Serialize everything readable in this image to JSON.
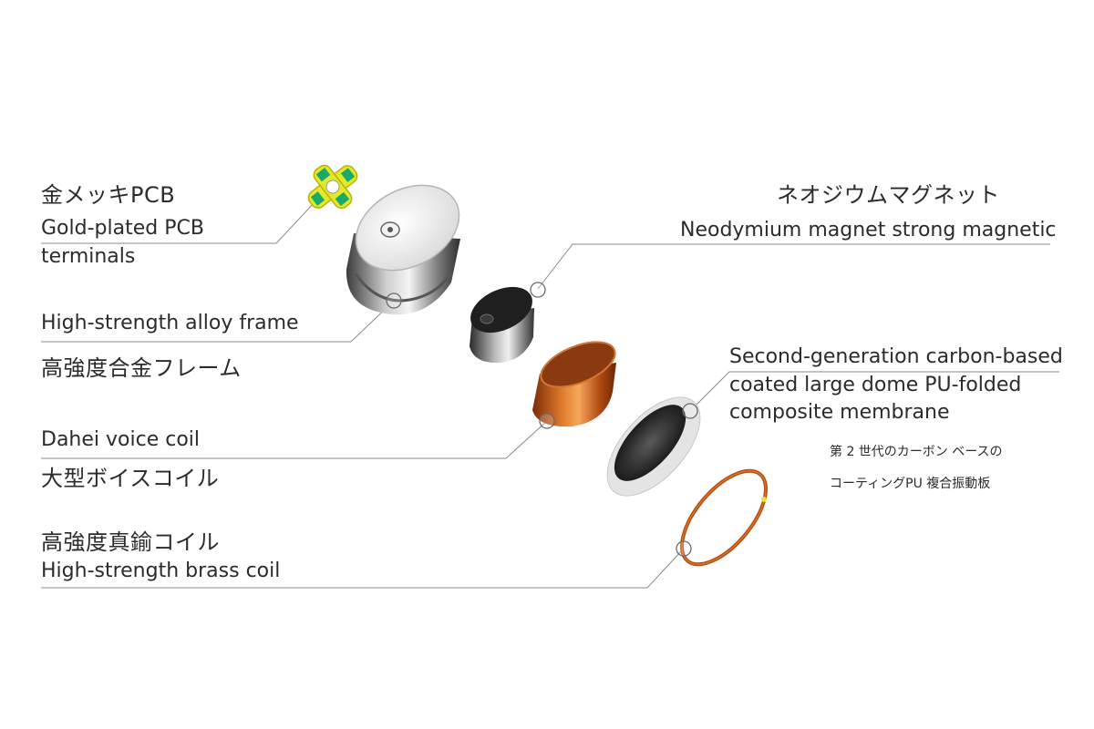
{
  "labels": {
    "pcb": {
      "jp": "金メッキPCB",
      "en_line1": "Gold-plated PCB",
      "en_line2": "terminals"
    },
    "frame": {
      "en": "High-strength alloy frame",
      "jp": "高強度合金フレーム"
    },
    "coil": {
      "en": "Dahei voice coil",
      "jp": "大型ボイスコイル"
    },
    "brass": {
      "jp": "高強度真鍮コイル",
      "en": "High-strength brass coil"
    },
    "magnet": {
      "jp": "ネオジウムマグネット",
      "en": "Neodymium magnet strong magnetic"
    },
    "membrane": {
      "en_line1": "Second-generation carbon-based",
      "en_line2": "coated large dome PU-folded",
      "en_line3": "composite membrane",
      "jp_line1": "第 2 世代のカーボン ベースの",
      "jp_line2": "コーティングPU 複合振動板"
    }
  },
  "colors": {
    "background": "#ffffff",
    "leader_line": "#8a8a8a",
    "text": "#2b2b2b",
    "copper": "#c0561c",
    "pcb_green": "#19a96a",
    "pcb_yellow": "#e4e82a"
  },
  "icons": [
    "pcb-terminal",
    "alloy-frame",
    "magnet",
    "voice-coil",
    "membrane",
    "brass-coil"
  ]
}
